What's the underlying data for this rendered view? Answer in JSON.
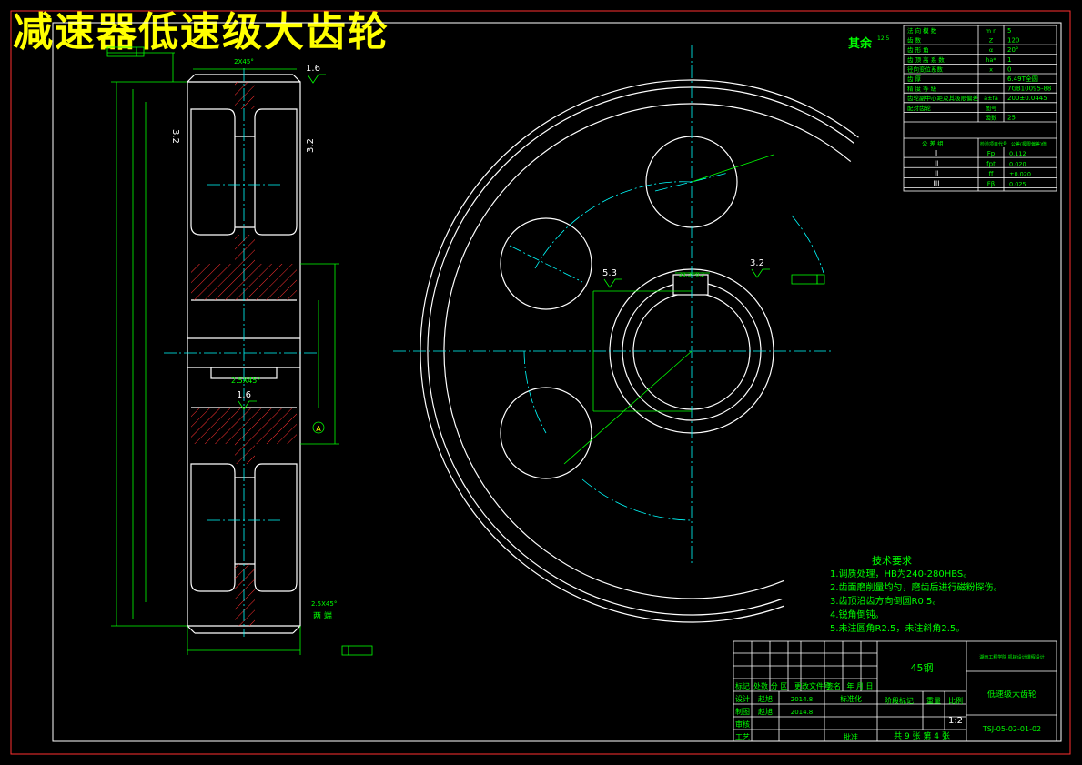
{
  "title": "减速器低速级大齿轮",
  "roughness_other": "其余",
  "roughness_other_value": "12.5",
  "params": [
    {
      "name": "法 向 模 数",
      "sym": "m n",
      "val": "5"
    },
    {
      "name": "齿 数",
      "sym": "Z",
      "val": "120"
    },
    {
      "name": "齿 形 角",
      "sym": "α",
      "val": "20°"
    },
    {
      "name": "齿 顶 高 系 数",
      "sym": "ha*",
      "val": "1"
    },
    {
      "name": "径向变位系数",
      "sym": "x",
      "val": "0"
    },
    {
      "name": "齿 厚",
      "sym": "",
      "val": "6.49T全圆"
    },
    {
      "name": "精 度 等 级",
      "sym": "",
      "val": "7GB10095-88"
    },
    {
      "name": "齿轮副中心距及其极限偏差",
      "sym": "a±fa",
      "val": "200±0.0445"
    },
    {
      "name": "配对齿轮",
      "sym": "图号",
      "val": ""
    },
    {
      "name": "",
      "sym": "齿数",
      "val": "25"
    }
  ],
  "tolerance_header": [
    "公 差 组",
    "检验项目代号",
    "公差(极限偏差)值"
  ],
  "tolerance_rows": [
    {
      "group": "I",
      "code": "Fp",
      "val": "0.112"
    },
    {
      "group": "II",
      "code": "fpt",
      "val": "0.020"
    },
    {
      "group": "II",
      "code": "ff",
      "val": "±0.020"
    },
    {
      "group": "III",
      "code": "Fβ",
      "val": "0.025"
    }
  ],
  "tech_title": "技术要求",
  "tech_items": [
    "1.调质处理，HB为240-280HBS。",
    "2.齿面磨削量均匀，磨齿后进行磁粉探伤。",
    "3.齿顶沿齿方向倒圆R0.5。",
    "4.锐角倒钝。",
    "5.未注圆角R2.5，未注斜角2.5。"
  ],
  "roughness_marks": [
    "1.6",
    "3.2",
    "3.2",
    "1.6",
    "5.3",
    "3.2"
  ],
  "chamfer_labels": [
    "2X45°",
    "2.5X45°",
    "2.5X45°"
  ],
  "both_ends": "两 端",
  "datum_label": "A",
  "keyway_label": "28.3+0.2",
  "titleblock": {
    "material": "45钢",
    "school": "湖南工程学院 机械设计课程设计",
    "part_name": "低速级大齿轮",
    "drawing_no": "TSJ-05-02-01-02",
    "scale_label": "比例",
    "scale": "1:2",
    "weight_label": "重量",
    "stage_label": "阶段标记",
    "sheet": "共 9 张 第 4 张",
    "row_labels": [
      "标记",
      "处数",
      "分 区",
      "更改文件号",
      "签名",
      "年 月 日"
    ],
    "design": "设计",
    "check": "制图",
    "review": "审核",
    "process": "工艺",
    "std": "标准化",
    "approve": "批准",
    "designer": "赵旭",
    "designer_date": "2014.8",
    "drafter": "赵旭",
    "drafter_date": "2014.8"
  }
}
